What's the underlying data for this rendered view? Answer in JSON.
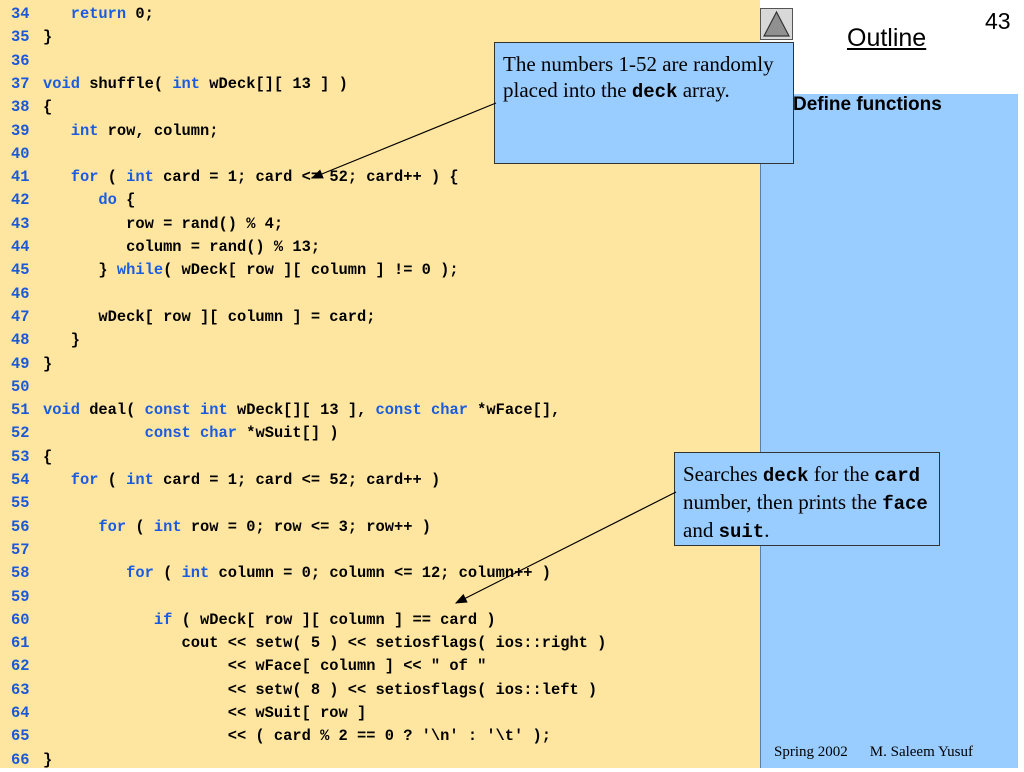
{
  "slide": {
    "number": "43",
    "outline_title": "Outline",
    "section_label": "Define functions"
  },
  "footer": {
    "term": "Spring 2002",
    "author": "M. Saleem Yusuf"
  },
  "callouts": [
    {
      "segments": [
        {
          "text": "The numbers 1-52 are randomly placed into the ",
          "mono": false
        },
        {
          "text": "deck",
          "mono": true
        },
        {
          "text": " array.",
          "mono": false
        }
      ]
    },
    {
      "segments": [
        {
          "text": "Searches ",
          "mono": false
        },
        {
          "text": "deck",
          "mono": true
        },
        {
          "text": " for the ",
          "mono": false
        },
        {
          "text": "card",
          "mono": true
        },
        {
          "text": " number, then prints the ",
          "mono": false
        },
        {
          "text": "face",
          "mono": true
        },
        {
          "text": " and ",
          "mono": false
        },
        {
          "text": "suit",
          "mono": true
        },
        {
          "text": ".",
          "mono": false
        }
      ]
    }
  ],
  "colors": {
    "code_background": "#ffe6a0",
    "panel_background": "#99ccff",
    "keyword": "#1a5be0",
    "line_number": "#1a58d8"
  },
  "icons": {
    "prev": "triangle-up-icon"
  },
  "code_lines": [
    {
      "num": "34",
      "tokens": [
        {
          "t": "   ",
          "k": false
        },
        {
          "t": "return",
          "k": true
        },
        {
          "t": " 0;",
          "k": false
        }
      ]
    },
    {
      "num": "35",
      "tokens": [
        {
          "t": "}",
          "k": false
        }
      ]
    },
    {
      "num": "36",
      "tokens": []
    },
    {
      "num": "37",
      "tokens": [
        {
          "t": "void",
          "k": true
        },
        {
          "t": " shuffle( ",
          "k": false
        },
        {
          "t": "int",
          "k": true
        },
        {
          "t": " wDeck[][ 13 ] )",
          "k": false
        }
      ]
    },
    {
      "num": "38",
      "tokens": [
        {
          "t": "{",
          "k": false
        }
      ]
    },
    {
      "num": "39",
      "tokens": [
        {
          "t": "   ",
          "k": false
        },
        {
          "t": "int",
          "k": true
        },
        {
          "t": " row, column;",
          "k": false
        }
      ]
    },
    {
      "num": "40",
      "tokens": []
    },
    {
      "num": "41",
      "tokens": [
        {
          "t": "   ",
          "k": false
        },
        {
          "t": "for",
          "k": true
        },
        {
          "t": " ( ",
          "k": false
        },
        {
          "t": "int",
          "k": true
        },
        {
          "t": " card = 1; card <= 52; card++ ) {",
          "k": false
        }
      ]
    },
    {
      "num": "42",
      "tokens": [
        {
          "t": "      ",
          "k": false
        },
        {
          "t": "do",
          "k": true
        },
        {
          "t": " {",
          "k": false
        }
      ]
    },
    {
      "num": "43",
      "tokens": [
        {
          "t": "         row = rand() % 4;",
          "k": false
        }
      ]
    },
    {
      "num": "44",
      "tokens": [
        {
          "t": "         column = rand() % 13;",
          "k": false
        }
      ]
    },
    {
      "num": "45",
      "tokens": [
        {
          "t": "      } ",
          "k": false
        },
        {
          "t": "while",
          "k": true
        },
        {
          "t": "( wDeck[ row ][ column ] != 0 );",
          "k": false
        }
      ]
    },
    {
      "num": "46",
      "tokens": []
    },
    {
      "num": "47",
      "tokens": [
        {
          "t": "      wDeck[ row ][ column ] = card;",
          "k": false
        }
      ]
    },
    {
      "num": "48",
      "tokens": [
        {
          "t": "   }",
          "k": false
        }
      ]
    },
    {
      "num": "49",
      "tokens": [
        {
          "t": "}",
          "k": false
        }
      ]
    },
    {
      "num": "50",
      "tokens": []
    },
    {
      "num": "51",
      "tokens": [
        {
          "t": "void",
          "k": true
        },
        {
          "t": " deal( ",
          "k": false
        },
        {
          "t": "const",
          "k": true
        },
        {
          "t": " ",
          "k": false
        },
        {
          "t": "int",
          "k": true
        },
        {
          "t": " wDeck[][ 13 ], ",
          "k": false
        },
        {
          "t": "const",
          "k": true
        },
        {
          "t": " ",
          "k": false
        },
        {
          "t": "char",
          "k": true
        },
        {
          "t": " *wFace[],",
          "k": false
        }
      ]
    },
    {
      "num": "52",
      "tokens": [
        {
          "t": "           ",
          "k": false
        },
        {
          "t": "const",
          "k": true
        },
        {
          "t": " ",
          "k": false
        },
        {
          "t": "char",
          "k": true
        },
        {
          "t": " *wSuit[] )",
          "k": false
        }
      ]
    },
    {
      "num": "53",
      "tokens": [
        {
          "t": "{",
          "k": false
        }
      ]
    },
    {
      "num": "54",
      "tokens": [
        {
          "t": "   ",
          "k": false
        },
        {
          "t": "for",
          "k": true
        },
        {
          "t": " ( ",
          "k": false
        },
        {
          "t": "int",
          "k": true
        },
        {
          "t": " card = 1; card <= 52; card++ )",
          "k": false
        }
      ]
    },
    {
      "num": "55",
      "tokens": []
    },
    {
      "num": "56",
      "tokens": [
        {
          "t": "      ",
          "k": false
        },
        {
          "t": "for",
          "k": true
        },
        {
          "t": " ( ",
          "k": false
        },
        {
          "t": "int",
          "k": true
        },
        {
          "t": " row = 0; row <= 3; row++ )",
          "k": false
        }
      ]
    },
    {
      "num": "57",
      "tokens": []
    },
    {
      "num": "58",
      "tokens": [
        {
          "t": "         ",
          "k": false
        },
        {
          "t": "for",
          "k": true
        },
        {
          "t": " ( ",
          "k": false
        },
        {
          "t": "int",
          "k": true
        },
        {
          "t": " column = 0; column <= 12; column++ )",
          "k": false
        }
      ]
    },
    {
      "num": "59",
      "tokens": []
    },
    {
      "num": "60",
      "tokens": [
        {
          "t": "            ",
          "k": false
        },
        {
          "t": "if",
          "k": true
        },
        {
          "t": " ( wDeck[ row ][ column ] == card )",
          "k": false
        }
      ]
    },
    {
      "num": "61",
      "tokens": [
        {
          "t": "               cout << setw( 5 ) << setiosflags( ios::right )",
          "k": false
        }
      ]
    },
    {
      "num": "62",
      "tokens": [
        {
          "t": "                    << wFace[ column ] << \" of \"",
          "k": false
        }
      ]
    },
    {
      "num": "63",
      "tokens": [
        {
          "t": "                    << setw( 8 ) << setiosflags( ios::left )",
          "k": false
        }
      ]
    },
    {
      "num": "64",
      "tokens": [
        {
          "t": "                    << wSuit[ row ]",
          "k": false
        }
      ]
    },
    {
      "num": "65",
      "tokens": [
        {
          "t": "                    << ( card % 2 == 0 ? '\\n' : '\\t' );",
          "k": false
        }
      ]
    },
    {
      "num": "66",
      "tokens": [
        {
          "t": "}",
          "k": false
        }
      ]
    }
  ]
}
